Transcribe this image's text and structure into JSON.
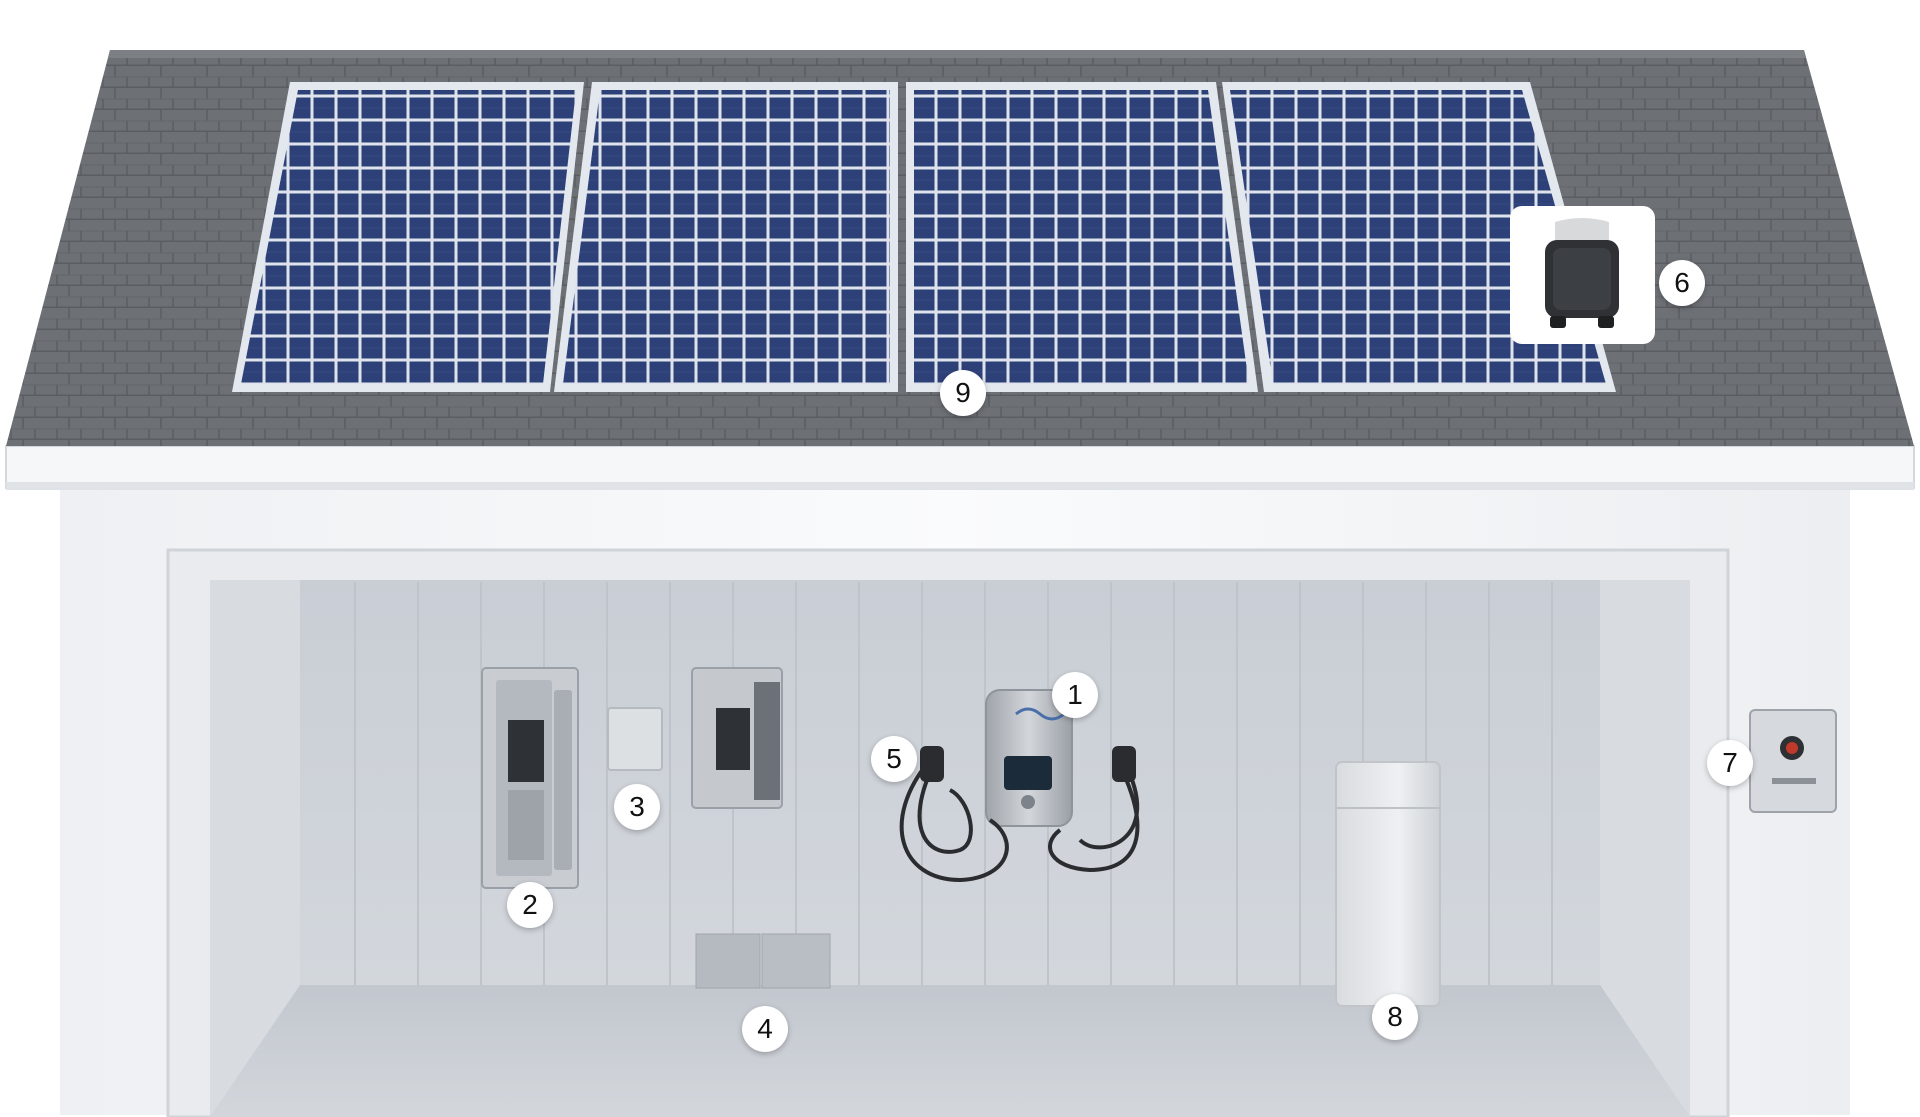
{
  "colors": {
    "roof": "#6b6f74",
    "panel_cell": "#2c3f77",
    "panel_frame": "#dde2ea",
    "wall_exterior": "#f4f5f7",
    "garage_interior": "#cfd4da",
    "marker_bg": "#ffffff",
    "marker_text": "#111111"
  },
  "markers": [
    {
      "id": "1",
      "label": "1",
      "icon": "ev-charger-icon"
    },
    {
      "id": "2",
      "label": "2",
      "icon": "main-panel-icon"
    },
    {
      "id": "3",
      "label": "3",
      "icon": "gateway-icon"
    },
    {
      "id": "4",
      "label": "4",
      "icon": "floor-boxes-icon"
    },
    {
      "id": "5",
      "label": "5",
      "icon": "charging-cable-icon"
    },
    {
      "id": "6",
      "label": "6",
      "icon": "microinverter-icon"
    },
    {
      "id": "7",
      "label": "7",
      "icon": "outdoor-disconnect-icon"
    },
    {
      "id": "8",
      "label": "8",
      "icon": "home-battery-icon"
    },
    {
      "id": "9",
      "label": "9",
      "icon": "solar-panel-icon"
    }
  ]
}
